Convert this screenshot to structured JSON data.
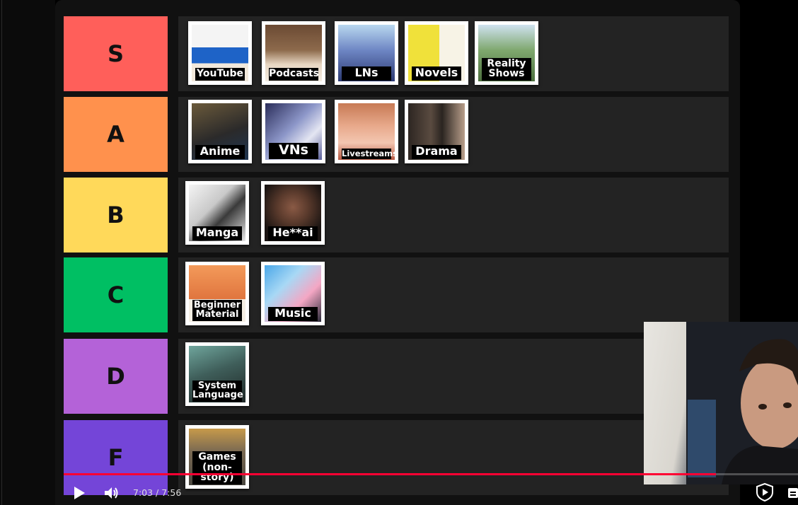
{
  "tiers": [
    {
      "label": "S",
      "color": "#ff5f5a",
      "items": [
        {
          "caption": "YouTube",
          "size": "md"
        },
        {
          "caption": "Podcasts",
          "size": "md"
        },
        {
          "caption": "LNs",
          "size": "lg"
        },
        {
          "caption": "Novels",
          "size": "lg"
        },
        {
          "caption": "Reality Shows",
          "size": "md"
        }
      ]
    },
    {
      "label": "A",
      "color": "#ff914d",
      "items": [
        {
          "caption": "Anime",
          "size": "lg"
        },
        {
          "caption": "VNs",
          "size": "xl"
        },
        {
          "caption": "Livestreams",
          "size": "xs"
        },
        {
          "caption": "Drama",
          "size": "lg"
        }
      ]
    },
    {
      "label": "B",
      "color": "#ffd95a",
      "items": [
        {
          "caption": "Manga",
          "size": "lg"
        },
        {
          "caption": "He**ai",
          "size": "lg"
        }
      ]
    },
    {
      "label": "C",
      "color": "#00bf63",
      "items": [
        {
          "caption": "Beginner Material",
          "size": "sm"
        },
        {
          "caption": "Music",
          "size": "lg"
        }
      ]
    },
    {
      "label": "D",
      "color": "#b462d8",
      "items": [
        {
          "caption": "System Language",
          "size": "sm"
        }
      ]
    },
    {
      "label": "F",
      "color": "#7445d8",
      "items": [
        {
          "caption": "Games (non-story)",
          "size": "md"
        }
      ]
    }
  ],
  "player": {
    "time": "7:03 / 7:56",
    "progress": 0.888,
    "colors": {
      "progress": "#ff0033"
    }
  }
}
